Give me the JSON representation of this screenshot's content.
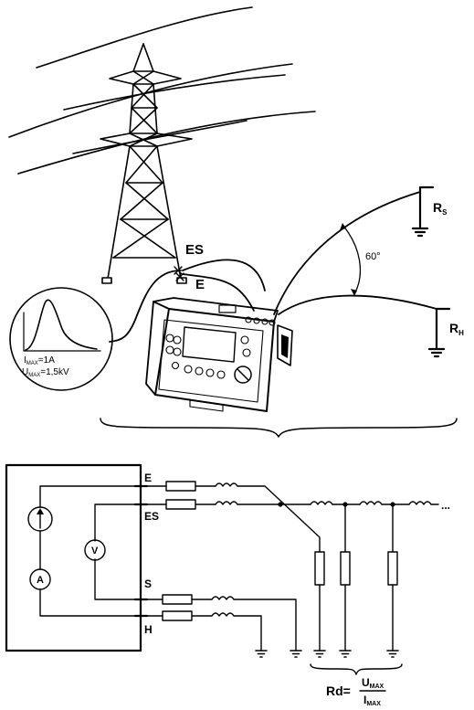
{
  "labels": {
    "es_top": "ES",
    "e_top": "E",
    "rs": "R",
    "rs_sub": "S",
    "rh": "R",
    "rh_sub": "H",
    "angle": "60°",
    "imax_main": "I",
    "imax_sub": "MAX",
    "imax_val": "=1A",
    "umax_main": "U",
    "umax_sub": "MAX",
    "umax_val": "=1,5kV",
    "term_e": "E",
    "term_es": "ES",
    "term_s": "S",
    "term_h": "H",
    "meter_v": "V",
    "meter_a": "A",
    "ellipsis": "...",
    "formula_lhs": "Rd=",
    "formula_num_main": "U",
    "formula_num_sub": "MAX",
    "formula_den_main": "I",
    "formula_den_sub": "MAX"
  },
  "colors": {
    "line": "#000000",
    "background": "#ffffff",
    "screen": "#dcdcdc"
  }
}
